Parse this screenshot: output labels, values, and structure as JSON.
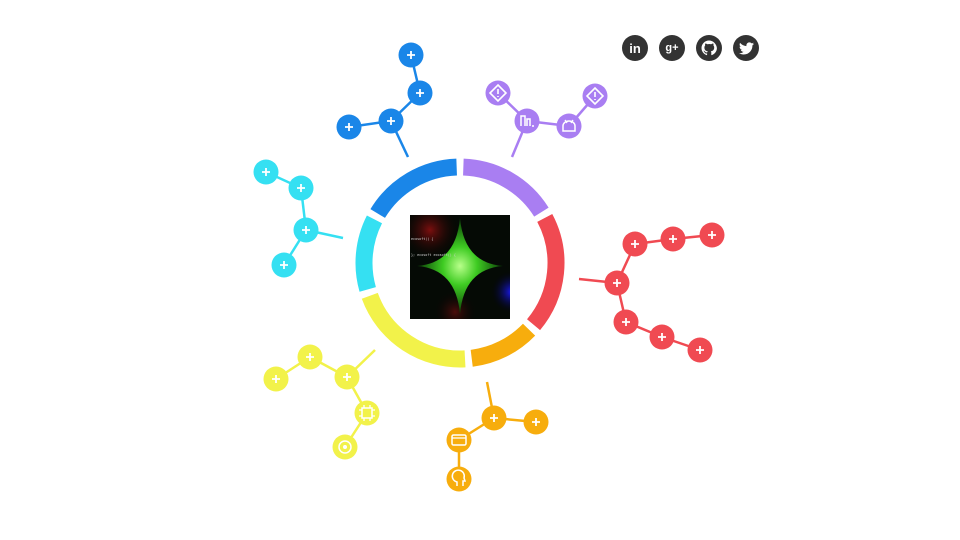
{
  "social": [
    {
      "name": "linkedin-icon",
      "label": "in"
    },
    {
      "name": "google-plus-icon",
      "label": "g+"
    },
    {
      "name": "github-icon",
      "label": ""
    },
    {
      "name": "twitter-icon",
      "label": ""
    }
  ],
  "center_image": {
    "name": "center-logo-image",
    "lines": [
      "ecosoft() {",
      "}; ecosoft ecosoft() {"
    ]
  },
  "colors": {
    "blue": "#1a86e8",
    "purple": "#a97ef2",
    "red": "#f04a52",
    "orange": "#f7ad0d",
    "yellow": "#f2f24a",
    "cyan": "#35e0f2"
  },
  "branches": [
    {
      "name": "blue",
      "color": "#1a86e8",
      "nodes": [
        {
          "icon": "plus-icon"
        },
        {
          "icon": "plus-icon"
        },
        {
          "icon": "plus-icon"
        },
        {
          "icon": "plus-icon"
        }
      ]
    },
    {
      "name": "purple",
      "color": "#a97ef2",
      "nodes": [
        {
          "icon": "alert-icon"
        },
        {
          "icon": "chart-icon"
        },
        {
          "icon": "android-icon"
        },
        {
          "icon": "alert-icon"
        }
      ]
    },
    {
      "name": "red",
      "color": "#f04a52",
      "nodes": [
        {
          "icon": "plus-icon"
        },
        {
          "icon": "plus-icon"
        },
        {
          "icon": "plus-icon"
        },
        {
          "icon": "plus-icon"
        },
        {
          "icon": "plus-icon"
        },
        {
          "icon": "plus-icon"
        },
        {
          "icon": "plus-icon"
        }
      ]
    },
    {
      "name": "orange",
      "color": "#f7ad0d",
      "nodes": [
        {
          "icon": "plus-icon"
        },
        {
          "icon": "plus-icon"
        },
        {
          "icon": "browser-icon"
        },
        {
          "icon": "head-icon"
        }
      ]
    },
    {
      "name": "yellow",
      "color": "#f2f24a",
      "nodes": [
        {
          "icon": "plus-icon"
        },
        {
          "icon": "plus-icon"
        },
        {
          "icon": "plus-icon"
        },
        {
          "icon": "chip-icon"
        },
        {
          "icon": "target-icon"
        }
      ]
    },
    {
      "name": "cyan",
      "color": "#35e0f2",
      "nodes": [
        {
          "icon": "plus-icon"
        },
        {
          "icon": "plus-icon"
        },
        {
          "icon": "plus-icon"
        },
        {
          "icon": "plus-icon"
        }
      ]
    }
  ]
}
